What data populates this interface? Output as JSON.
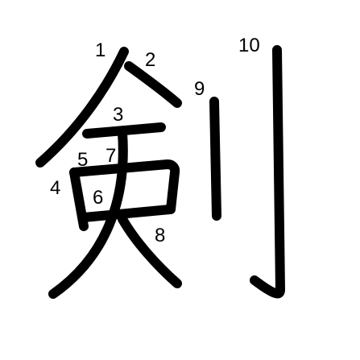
{
  "diagram": {
    "character": "剣",
    "stroke_color": "#000000",
    "background_color": "#ffffff",
    "stroke_numbers": [
      "1",
      "2",
      "3",
      "4",
      "5",
      "6",
      "7",
      "8",
      "9",
      "10"
    ]
  }
}
